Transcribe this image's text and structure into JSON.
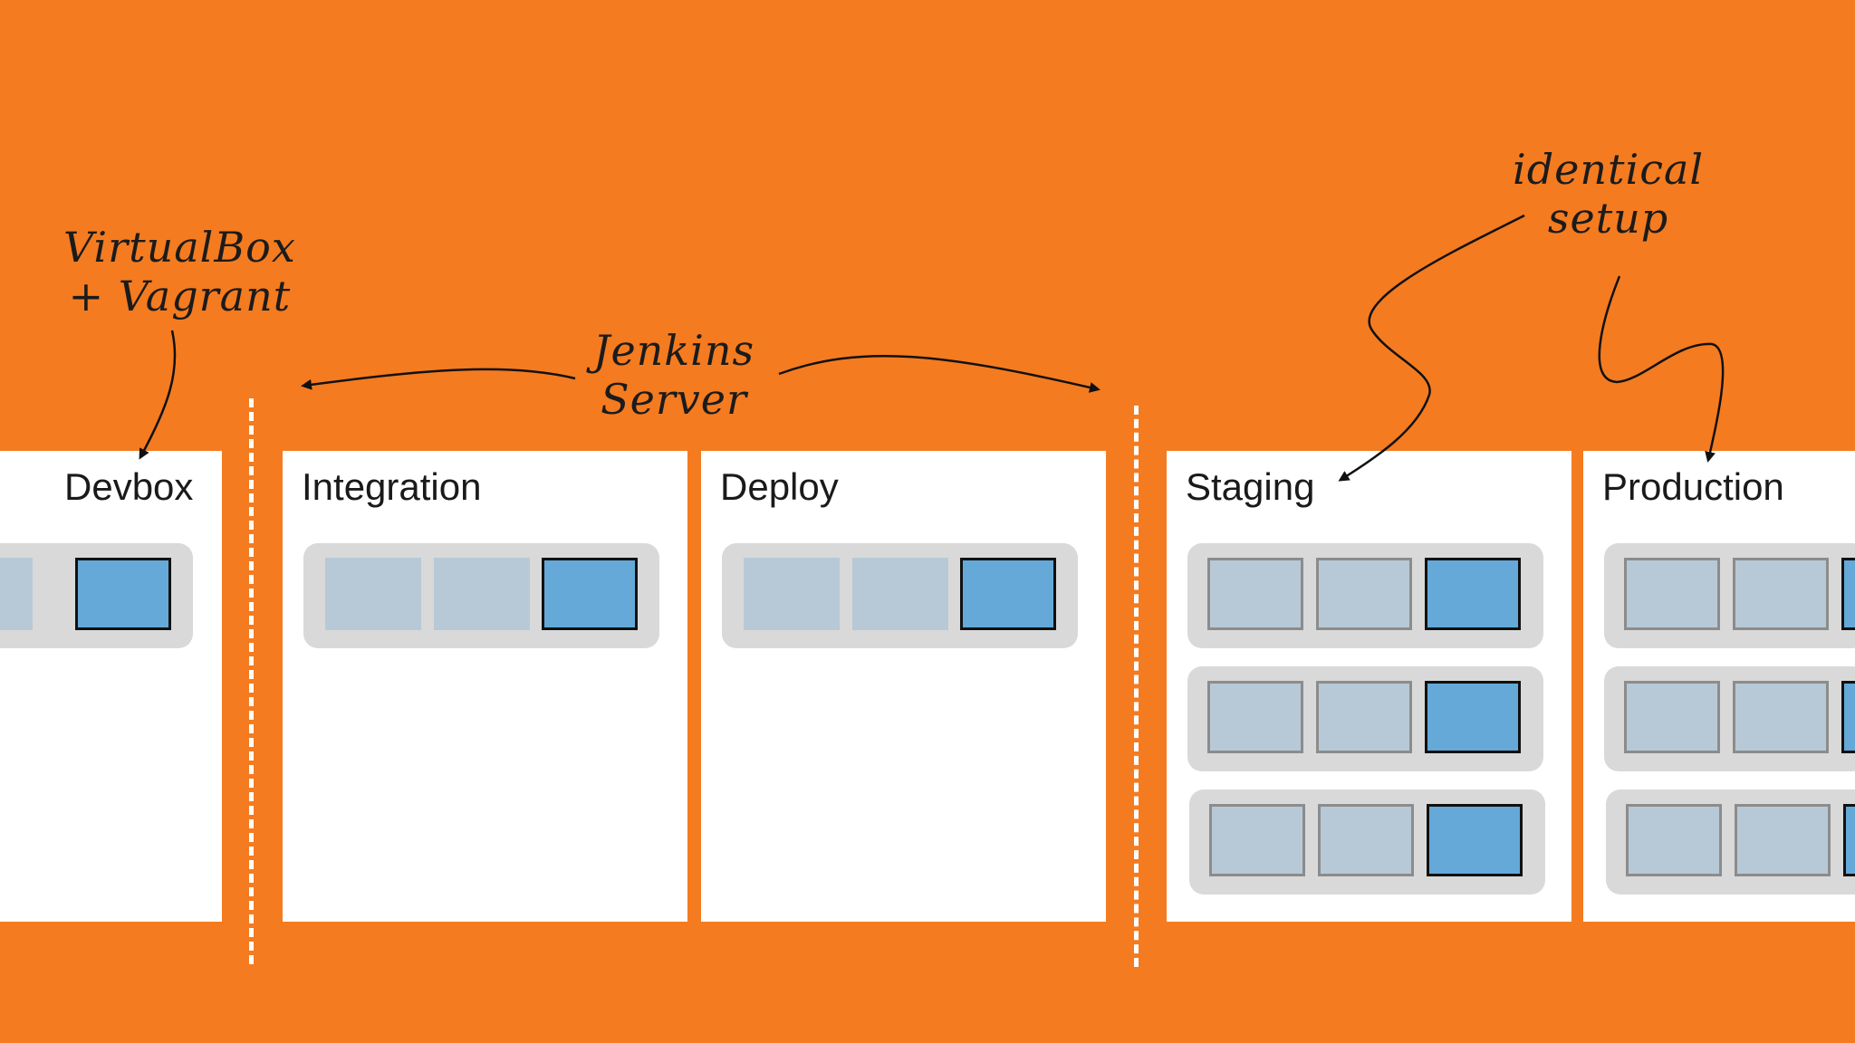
{
  "annotations": {
    "virtualbox": [
      "VirtualBox",
      "+ Vagrant"
    ],
    "jenkins": [
      "Jenkins",
      "Server"
    ],
    "identical": [
      "identical",
      "setup"
    ]
  },
  "environments": [
    {
      "label": "Devbox",
      "servers": 1
    },
    {
      "label": "Integration",
      "servers": 1
    },
    {
      "label": "Deploy",
      "servers": 1
    },
    {
      "label": "Staging",
      "servers": 3
    },
    {
      "label": "Production",
      "servers": 3
    }
  ],
  "colors": {
    "background": "#f47b20",
    "panel": "#ffffff",
    "server_rack": "#d9d9d9",
    "inactive_box": "#b7c9d6",
    "active_box": "#64a9d8"
  }
}
